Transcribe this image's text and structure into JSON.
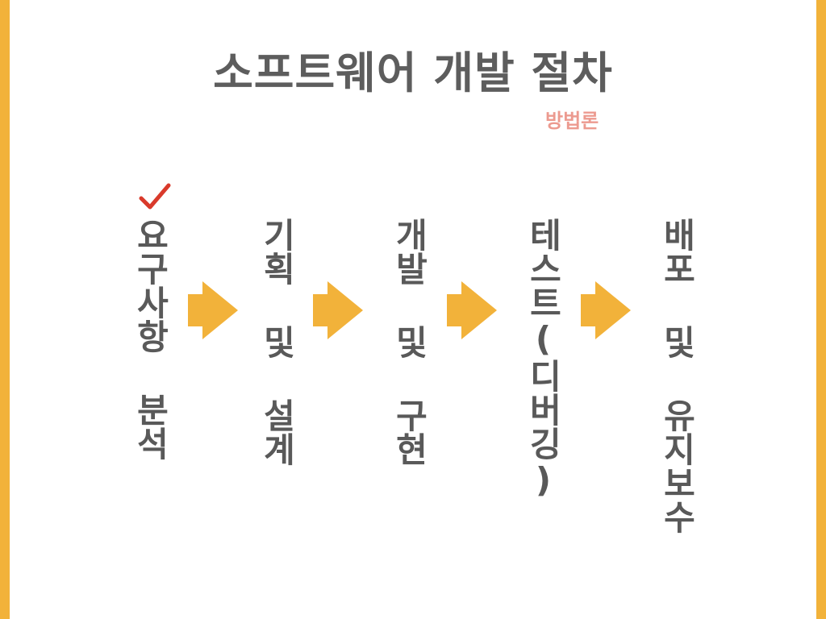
{
  "title": "소프트웨어 개발 절차",
  "subtitle": "방법론",
  "steps": [
    {
      "label": "요구사항 분석",
      "checked": true
    },
    {
      "label": "기획 및 설계",
      "checked": false
    },
    {
      "label": "개발 및 구현",
      "checked": false
    },
    {
      "label": "테스트(디버깅)",
      "checked": false
    },
    {
      "label": "배포 및 유지보수",
      "checked": false
    }
  ],
  "icons": {
    "check": "check-icon",
    "arrow": "arrow-right-icon"
  },
  "colors": {
    "accent_bar": "#f2b23a",
    "arrow": "#f2b23a",
    "title": "#5d5d5d",
    "subtitle": "#ec9a8f",
    "step_text": "#595959",
    "check": "#d93a2b"
  }
}
